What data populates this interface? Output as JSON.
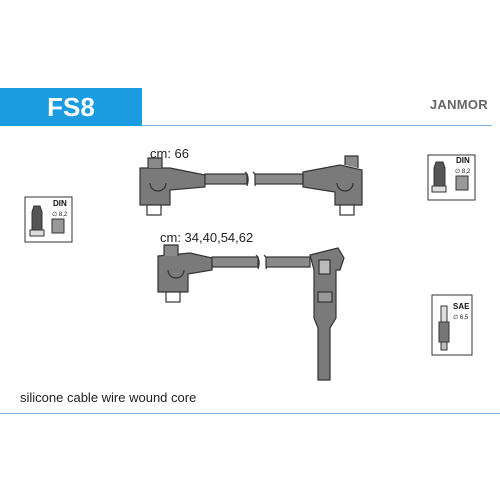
{
  "header": {
    "product_code": "FS8",
    "brand": "JANMOR"
  },
  "cables": [
    {
      "label": "cm: 66"
    },
    {
      "label": "cm: 34,40,54,62"
    }
  ],
  "footer": {
    "description": "silicone cable wire wound core"
  },
  "badges": {
    "din_left": {
      "title": "DIN",
      "size": "∅ 8,2"
    },
    "din_right": {
      "title": "DIN",
      "size": "∅ 8,2"
    },
    "sae_right": {
      "title": "SAE",
      "size": "∅ 6,5"
    }
  },
  "colors": {
    "accent": "#1b9be0",
    "cable": "#7a7a7a",
    "outline": "#333333"
  }
}
